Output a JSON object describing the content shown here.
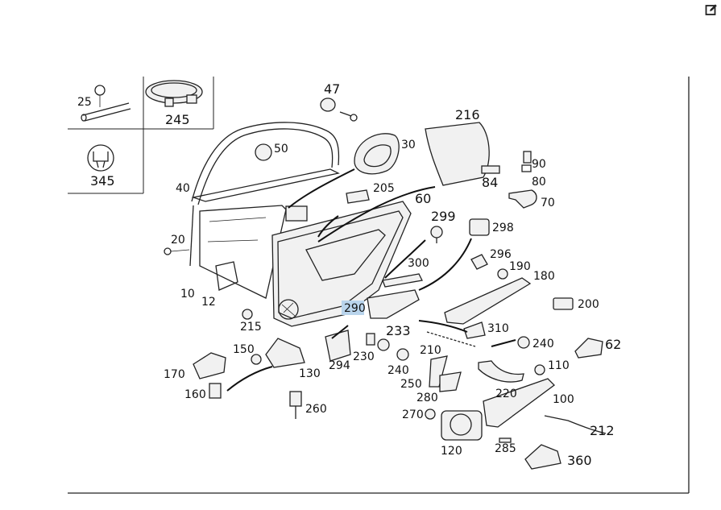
{
  "toolbar": {
    "edit_icon": "edit-icon"
  },
  "diagram": {
    "callouts": {
      "c25": "25",
      "c245": "245",
      "c345": "345",
      "c47": "47",
      "c50": "50",
      "c30": "30",
      "c216": "216",
      "c90": "90",
      "c80": "80",
      "c84": "84",
      "c70": "70",
      "c40": "40",
      "c205": "205",
      "c60": "60",
      "c299": "299",
      "c298": "298",
      "c20": "20",
      "c296": "296",
      "c300": "300",
      "c190": "190",
      "c180": "180",
      "c10": "10",
      "c12": "12",
      "c290": "290",
      "c200": "200",
      "c215": "215",
      "c310": "310",
      "c233": "233",
      "c240a": "240",
      "c62": "62",
      "c150": "150",
      "c230": "230",
      "c210": "210",
      "c294": "294",
      "c240b": "240",
      "c110": "110",
      "c170": "170",
      "c130": "130",
      "c250": "250",
      "c220": "220",
      "c160": "160",
      "c280": "280",
      "c100": "100",
      "c260": "260",
      "c270": "270",
      "c212": "212",
      "c120": "120",
      "c285": "285",
      "c360": "360"
    },
    "highlighted_callout": "290"
  }
}
